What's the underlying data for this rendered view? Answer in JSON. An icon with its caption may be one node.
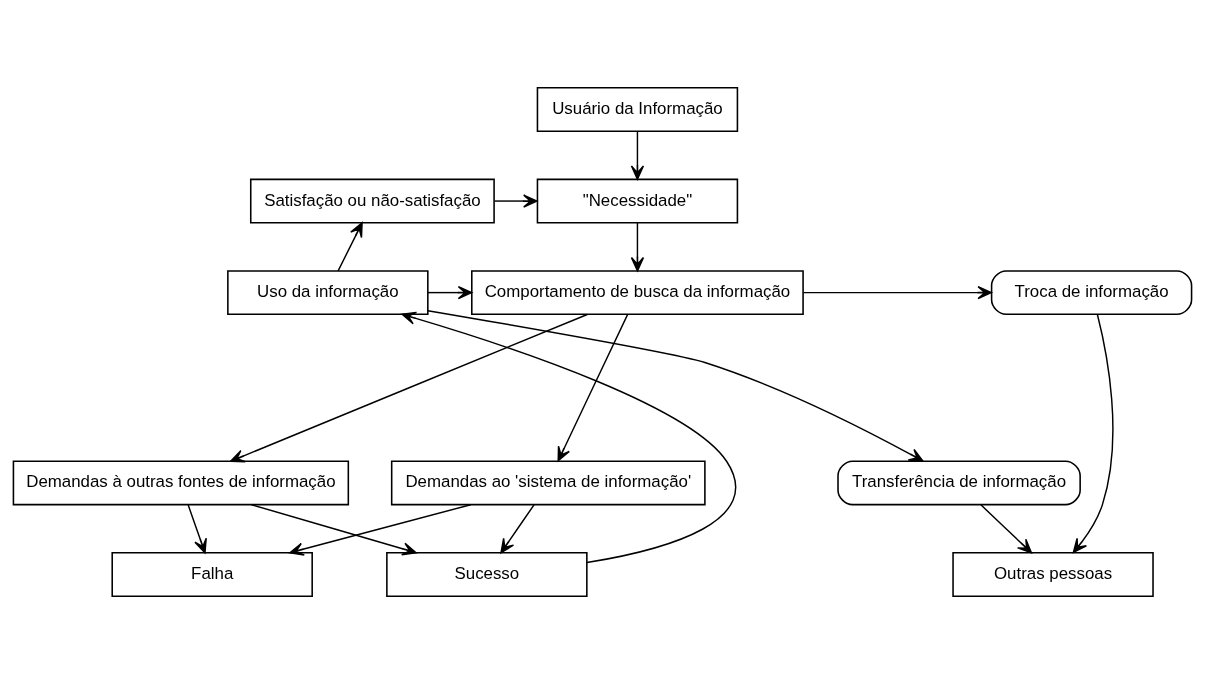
{
  "diagram": {
    "nodes": [
      {
        "text": [
          "Usuário da Informação"
        ]
      },
      {
        "text": [
          "Satisfação ou não-satisfação"
        ]
      },
      {
        "text": [
          "\"Necessidade\""
        ]
      },
      {
        "text": [
          "Uso da informação"
        ]
      },
      {
        "text": [
          "Comportamento de busca da informação"
        ]
      },
      {
        "text": [
          "Troca de informação"
        ]
      },
      {
        "text": [
          "Demandas ao 'sistema de informação'"
        ]
      },
      {
        "text": [
          "Demandas à outras fontes de informação"
        ]
      },
      {
        "text": [
          "Sucesso"
        ]
      },
      {
        "text": [
          "Falha"
        ]
      },
      {
        "text": [
          "Outras pessoas"
        ]
      },
      {
        "text": [
          "Transferência de informação"
        ]
      }
    ],
    "edges": [
      {
        "from": 0,
        "to": 2,
        "arrow": "to"
      },
      {
        "from": 1,
        "to": 2,
        "arrow": "to"
      },
      {
        "from": 2,
        "to": 4,
        "arrow": "to"
      },
      {
        "from": 3,
        "to": 1,
        "arrow": "to"
      },
      {
        "from": 3,
        "to": 4,
        "arrow": "to"
      },
      {
        "from": 4,
        "to": 5,
        "arrow": "to"
      },
      {
        "from": 4,
        "to": 6,
        "arrow": "to"
      },
      {
        "from": 4,
        "to": 7,
        "arrow": "to"
      },
      {
        "from": 6,
        "to": 8,
        "arrow": "to"
      },
      {
        "from": 6,
        "to": 9,
        "arrow": "to"
      },
      {
        "from": 7,
        "to": 8,
        "arrow": "to"
      },
      {
        "from": 7,
        "to": 9,
        "arrow": "to"
      },
      {
        "from": 5,
        "to": 10,
        "arrow": "to"
      },
      {
        "from": 8,
        "to": 3,
        "arrow": "to"
      },
      {
        "from": 3,
        "to": 11,
        "arrow": "to"
      },
      {
        "from": 11,
        "to": 10,
        "arrow": "to"
      }
    ]
  }
}
